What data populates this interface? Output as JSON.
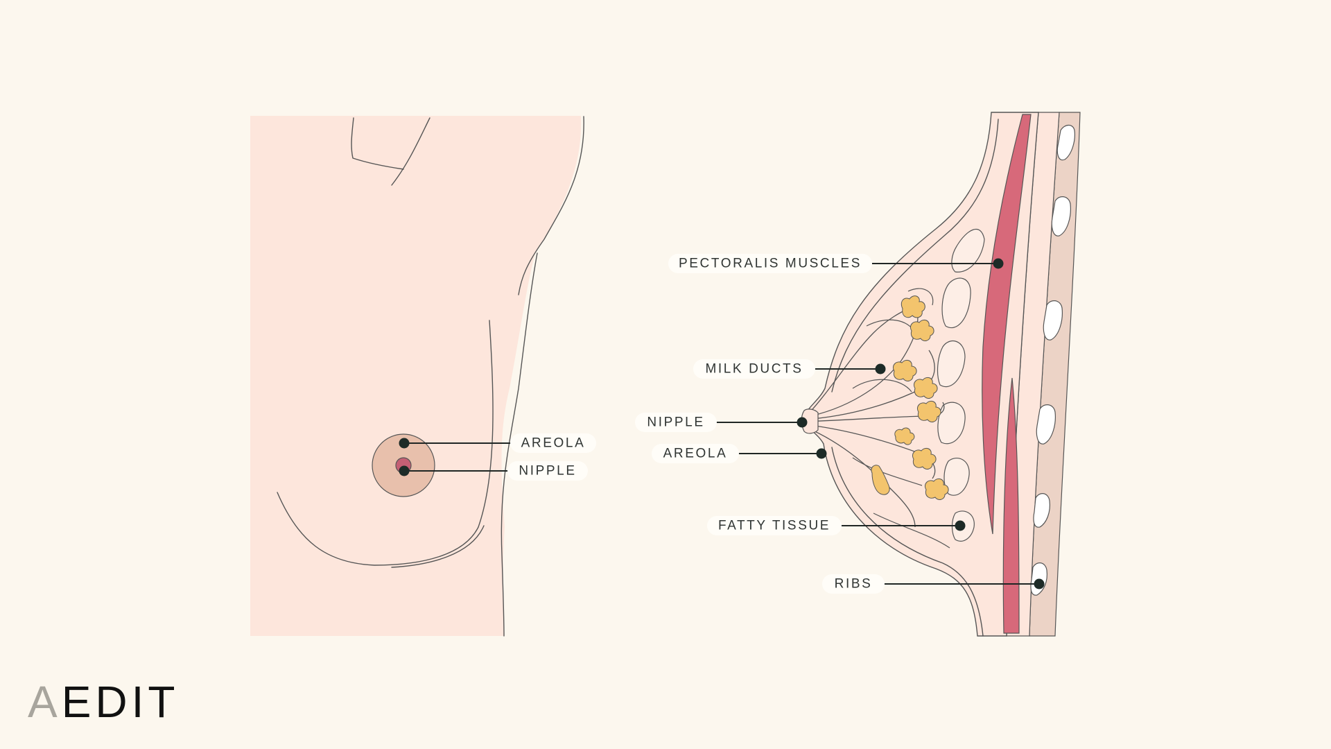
{
  "brand": {
    "logo_first_letter": "A",
    "logo_rest": "EDIT"
  },
  "front_view": {
    "labels": [
      {
        "id": "areola",
        "text": "AREOLA"
      },
      {
        "id": "nipple",
        "text": "NIPPLE"
      }
    ]
  },
  "side_view": {
    "labels": [
      {
        "id": "pectoralis",
        "text": "PECTORALIS MUSCLES"
      },
      {
        "id": "milk-ducts",
        "text": "MILK DUCTS"
      },
      {
        "id": "nipple",
        "text": "NIPPLE"
      },
      {
        "id": "areola",
        "text": "AREOLA"
      },
      {
        "id": "fatty-tissue",
        "text": "FATTY TISSUE"
      },
      {
        "id": "ribs",
        "text": "RIBS"
      }
    ]
  },
  "colors": {
    "background": "#fcf7ee",
    "skin": "#fde6dc",
    "areola": "#e8c0ac",
    "nipple": "#c45f74",
    "muscle": "#d7697a",
    "fat_lobule": "#f3c46d",
    "rib_wall": "#ecd3c6",
    "logo_a": "#a8a59d",
    "logo_rest": "#111111"
  }
}
